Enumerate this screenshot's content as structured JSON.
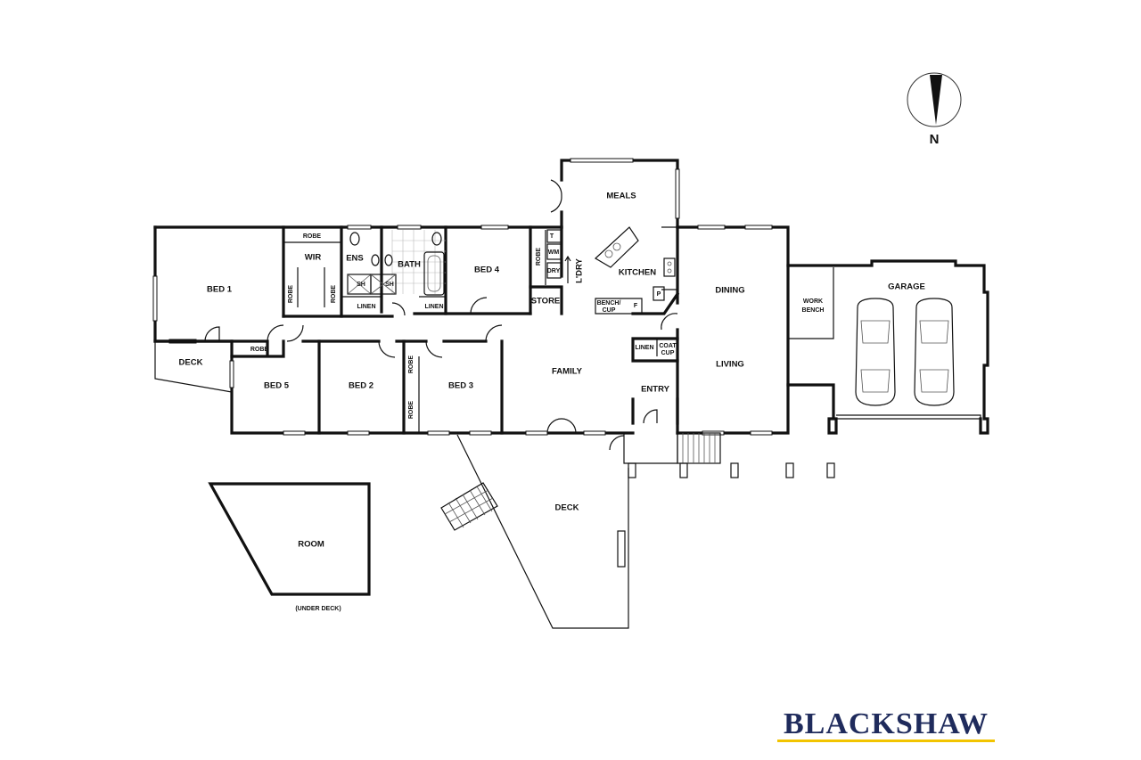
{
  "rooms": {
    "bed1": "BED 1",
    "wir": "WIR",
    "ens": "ENS",
    "bath": "BATH",
    "bed4": "BED 4",
    "bed5": "BED 5",
    "bed2": "BED 2",
    "bed3": "BED 3",
    "deck_left": "DECK",
    "meals": "MEALS",
    "kitchen": "KITCHEN",
    "ldry": "L'DRY",
    "store": "STORE",
    "dining": "DINING",
    "living": "LIVING",
    "family": "FAMILY",
    "entry": "ENTRY",
    "deck_main": "DECK",
    "work_bench": [
      "WORK",
      "BENCH"
    ],
    "garage": "GARAGE",
    "room": "ROOM",
    "under_deck": "(UNDER DECK)"
  },
  "fixtures": {
    "robe": "ROBE",
    "linen": "LINEN",
    "sh": "SH",
    "t": "T",
    "wm": "WM",
    "dry": "DRY",
    "bench_cup": [
      "BENCH/",
      "CUP"
    ],
    "f": "F",
    "p": "P",
    "coat_cup": [
      "COAT",
      "CUP"
    ]
  },
  "compass": {
    "label": "N"
  },
  "brand": {
    "name": "BLACKSHAW",
    "underline_color": "#f2c400",
    "text_color": "#1f2b5c"
  }
}
